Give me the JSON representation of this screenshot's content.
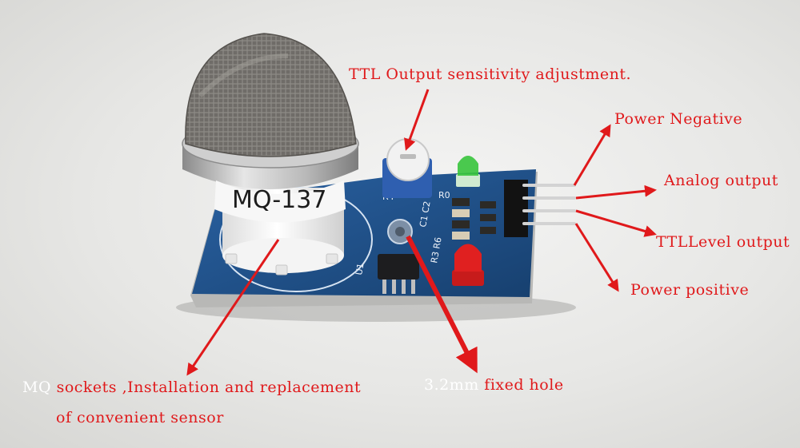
{
  "colors": {
    "background": "#e8e8e6",
    "pcb": "#1f4f86",
    "annotation_red": "#e0191b",
    "label_white": "#ffffff"
  },
  "sensor_marking": "MQ-137",
  "board_markings": {
    "r4": "R4",
    "r0": "R0",
    "c1c2": "C1 C2",
    "r3r6": "R3 R6",
    "u1": "U1"
  },
  "labels": {
    "ttl_prefix": "TTL",
    "sensitivity": " Output sensitivity adjustment.",
    "power_negative": "Power Negative",
    "analog_output": "Analog output",
    "ttl_level_prefix": "TTL",
    "ttl_level": "Level output",
    "power_positive": "Power positive",
    "mq_prefix": "MQ",
    "mq_sockets": " sockets ,Installation and replacement",
    "mq_sockets_line2": "of convenient sensor",
    "hole_prefix": "3.2mm",
    "hole": " fixed hole"
  }
}
